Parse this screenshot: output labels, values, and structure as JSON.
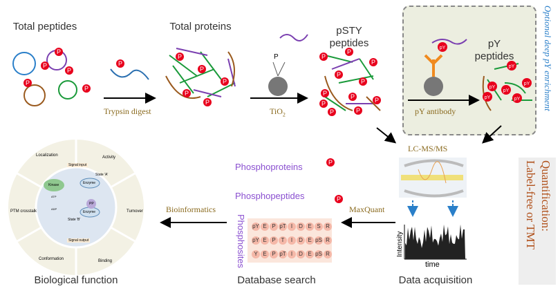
{
  "stages": {
    "total_peptides": "Total peptides",
    "total_proteins": "Total proteins",
    "pSTY_peptides": "pSTY peptides",
    "pY_peptides": "pY peptides",
    "biological_function": "Biological function",
    "database_search": "Database search",
    "data_acquisition": "Data acquisition"
  },
  "steps": {
    "trypsin": "Trypsin digest",
    "tio2": "TiO",
    "tio2_sub": "2",
    "pY_antibody": "pY antibody",
    "lcms": "LC-MS/MS",
    "maxquant": "MaxQuant",
    "bioinformatics": "Bioinformatics"
  },
  "optional_label": "Optional deep pY enrichment",
  "quantification": {
    "line1": "Quantification:",
    "line2": "Label-free or TMT"
  },
  "database": {
    "phosphoproteins": "Phosphoproteins",
    "phosphopeptides": "Phosphopeptides",
    "phosphosites": "Phosphosites",
    "rows": [
      [
        "pY",
        "E",
        "P",
        "pT",
        "I",
        "D",
        "E",
        "S",
        "R"
      ],
      [
        "pY",
        "E",
        "P",
        "T",
        "I",
        "D",
        "E",
        "pS",
        "R"
      ],
      [
        "Y",
        "E",
        "P",
        "pT",
        "I",
        "D",
        "E",
        "pS",
        "R"
      ]
    ]
  },
  "chart": {
    "ylabel": "Intensity",
    "xlabel": "time"
  },
  "bio_wheel": {
    "segments": [
      "Localization",
      "Activity",
      "Turnover",
      "Binding",
      "Conformation",
      "PTM crosstalk"
    ],
    "center": {
      "signal_input": "Signal input",
      "signal_output": "Signal output",
      "state_a": "State 'A'",
      "state_b": "State 'B'",
      "kinase": "Kinase",
      "enzyme": "Enzyme",
      "pp": "PP",
      "atp": "ATP",
      "adp": "ADP"
    }
  },
  "badge_p": "P",
  "badge_py": "pY",
  "colors": {
    "p_badge": "#e8001c",
    "arrow_label": "#8a6a1e",
    "purple": "#8a4fd0",
    "optional": "#2a7fc9",
    "quant": "#b0501a",
    "box_bg": "#eceee0"
  }
}
